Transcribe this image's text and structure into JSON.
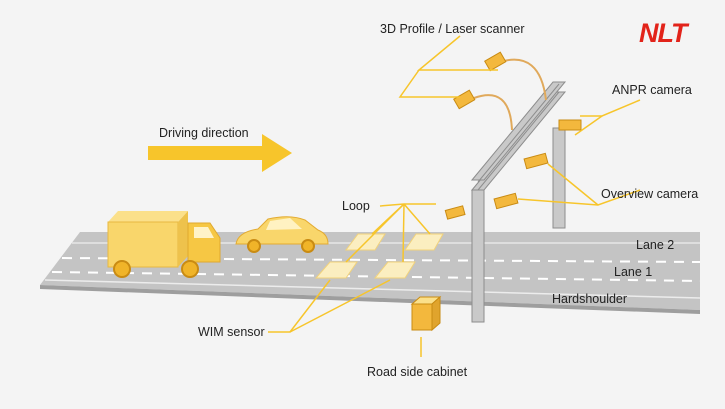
{
  "brand": {
    "logo_text": "NLT",
    "logo_color": "#e2231a"
  },
  "colors": {
    "accent": "#f7c52b",
    "road": "#bdbdbd",
    "vehicle": "#f9d66b"
  },
  "labels": {
    "laser_scanner": "3D Profile / Laser scanner",
    "anpr_camera": "ANPR camera",
    "driving_direction": "Driving direction",
    "overview_camera": "Overview camera",
    "loop": "Loop",
    "lane_2": "Lane 2",
    "lane_1": "Lane 1",
    "hardshoulder": "Hardshoulder",
    "wim_sensor": "WIM sensor",
    "road_side_cabinet": "Road side cabinet"
  }
}
